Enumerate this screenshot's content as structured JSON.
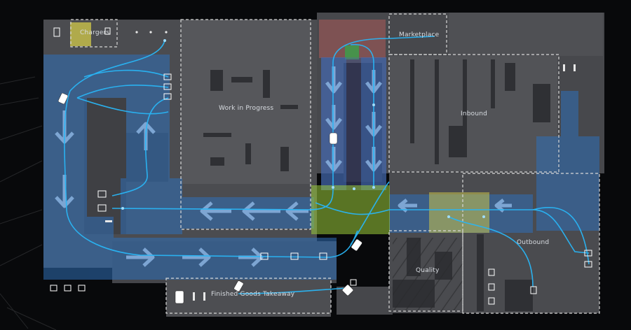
{
  "zones": {
    "chargers": "Chargers",
    "marketplace": "Marketplace",
    "work_in_progress": "Work in Progress",
    "inbound": "Inbound",
    "outbound": "Outbound",
    "quality": "Quality",
    "finished_goods": "Finished Goods Takeaway"
  },
  "colors": {
    "background": "#08090b",
    "floor": "#4a4b4f",
    "floor_light": "#55565a",
    "lane_blue": "#2f6fb8",
    "route_cyan": "#29b6f6",
    "zone_green": "#9ccc3a",
    "zone_yellow": "#c9c24a",
    "marketplace_red": "#c0605e",
    "dashed_border": "#d7d7d7"
  },
  "icons": [
    "robot-icon",
    "charger-icon",
    "station-icon",
    "arrow-icon"
  ]
}
